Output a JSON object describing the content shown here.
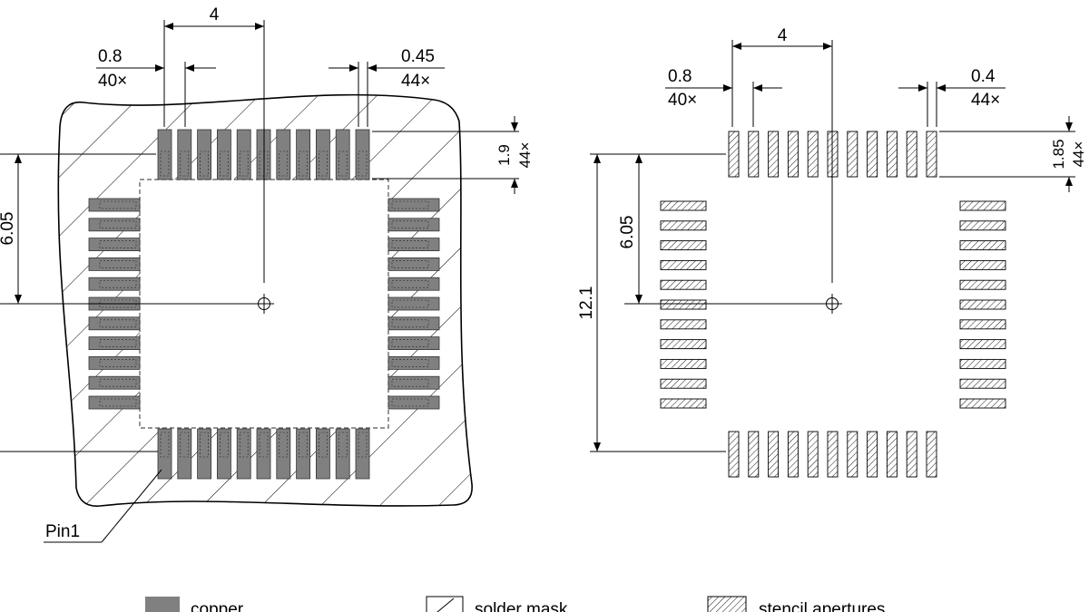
{
  "left_view": {
    "pitch_label": "4",
    "pad_width_value": "0.8",
    "pad_width_count": "40×",
    "mask_gap_value": "0.45",
    "mask_gap_count": "44×",
    "pad_length_value": "1.9",
    "pad_length_count": "44×",
    "center_offset_label": "6.05",
    "pin1_label": "Pin1"
  },
  "right_view": {
    "pitch_label": "4",
    "pad_width_value": "0.8",
    "pad_width_count": "40×",
    "aperture_width_value": "0.4",
    "aperture_width_count": "44×",
    "aperture_length_value": "1.85",
    "aperture_length_count": "44×",
    "center_offset_label": "6.05",
    "overall_label": "12.1"
  },
  "legend": {
    "items": [
      {
        "label": "copper",
        "swatch": "copper",
        "color": "#808080"
      },
      {
        "label": "solder mask",
        "swatch": "solder-mask"
      },
      {
        "label": "stencil apertures",
        "swatch": "stencil"
      }
    ]
  }
}
